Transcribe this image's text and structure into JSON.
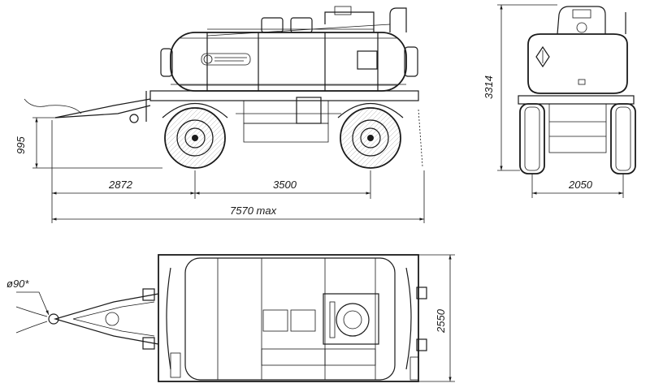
{
  "drawing": {
    "views": [
      "side-view",
      "rear-view",
      "top-view"
    ],
    "dimensions": {
      "hitch_height": "995",
      "front_overhang": "2872",
      "wheelbase": "3500",
      "overall_length": "7570 max",
      "overall_height": "3314",
      "track_width": "2050",
      "overall_width": "2550",
      "eye_diameter": "ø90*"
    }
  }
}
